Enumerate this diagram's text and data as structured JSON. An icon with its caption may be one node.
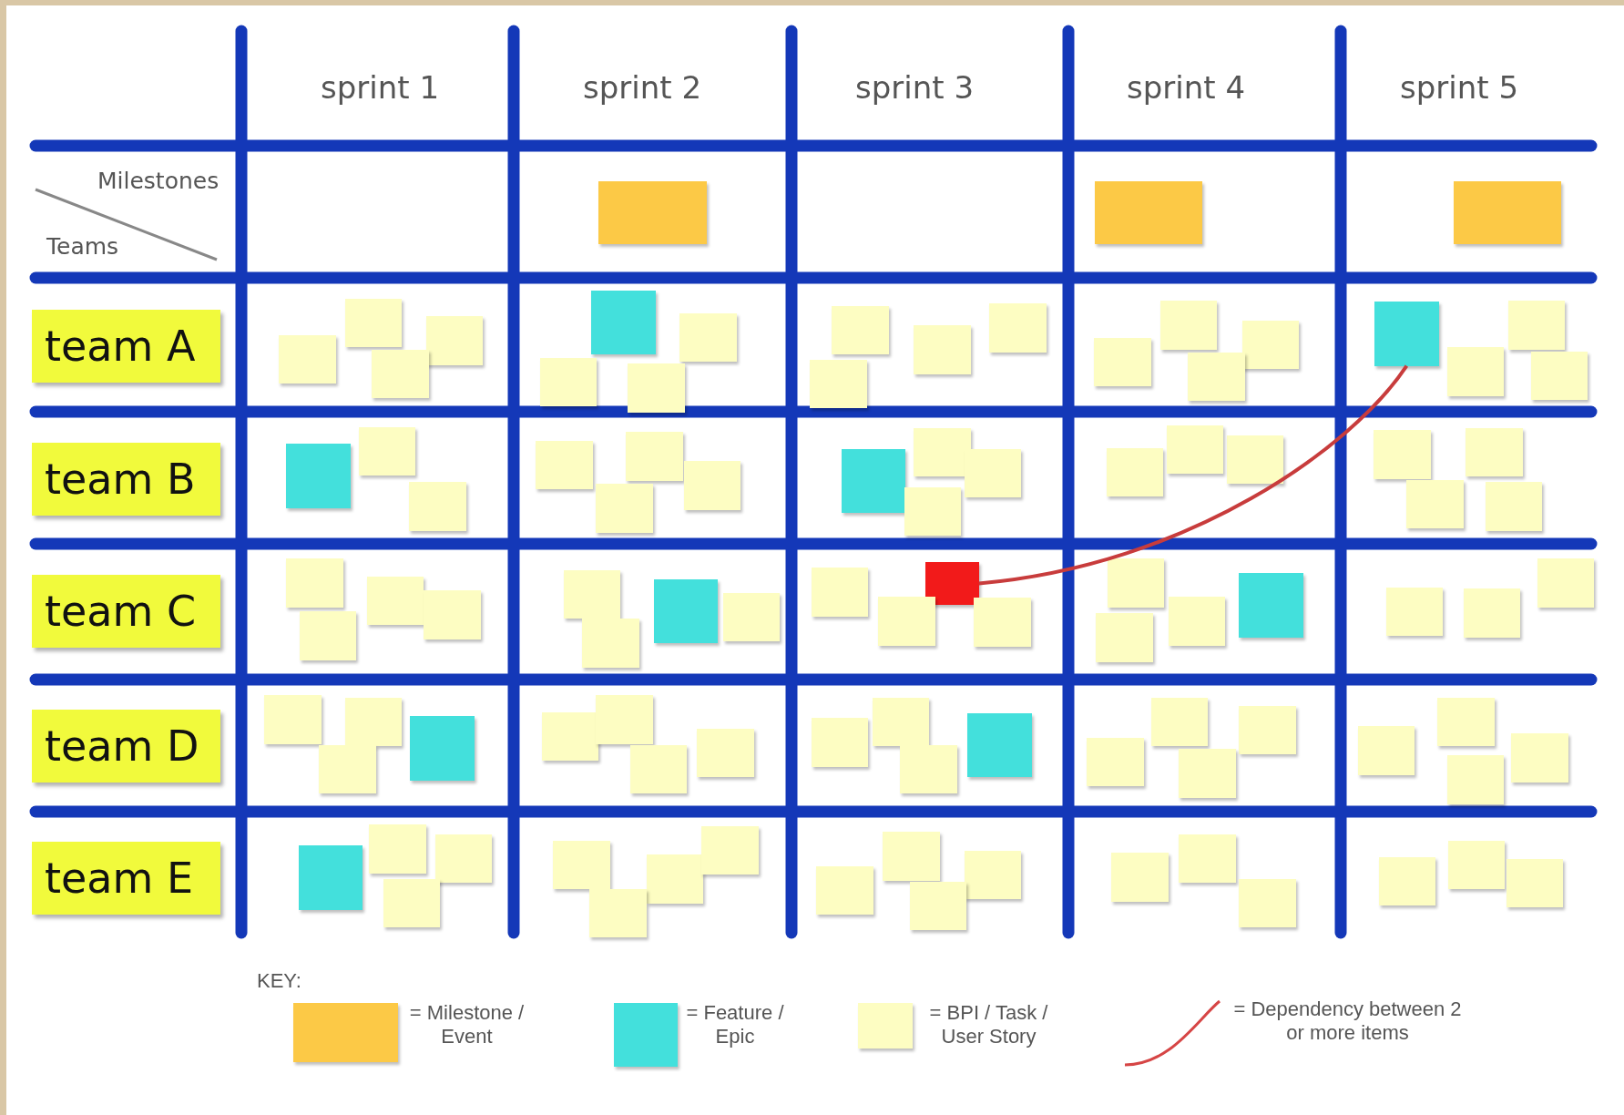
{
  "diagram": {
    "nodes": [
      {
        "text": [],
        "shape": "box"
      },
      {
        "text": [],
        "shape": "box"
      },
      {
        "text": [],
        "shape": "box"
      },
      {
        "text": [
          "team A"
        ]
      },
      {
        "text": [],
        "shape": "box"
      },
      {
        "text": [],
        "shape": "box"
      },
      {
        "text": [],
        "shape": "box"
      },
      {
        "text": [],
        "shape": "box"
      },
      {
        "text": [],
        "shape": "box"
      },
      {
        "text": [],
        "shape": "box"
      },
      {
        "text": [],
        "shape": "box"
      },
      {
        "text": [],
        "shape": "box"
      },
      {
        "text": [],
        "shape": "box"
      },
      {
        "text": [],
        "shape": "box"
      },
      {
        "text": [],
        "shape": "box"
      },
      {
        "text": [],
        "shape": "box"
      },
      {
        "text": [],
        "shape": "box"
      },
      {
        "text": [],
        "shape": "box"
      },
      {
        "text": [],
        "shape": "box"
      },
      {
        "text": [],
        "shape": "box"
      },
      {
        "text": [],
        "shape": "box"
      },
      {
        "text": [],
        "shape": "box"
      },
      {
        "text": [],
        "shape": "box"
      },
      {
        "text": [],
        "shape": "box"
      },
      {
        "text": [
          "team B"
        ]
      },
      {
        "text": [],
        "shape": "box"
      },
      {
        "text": [],
        "shape": "box"
      },
      {
        "text": [],
        "shape": "box"
      },
      {
        "text": [],
        "shape": "box"
      },
      {
        "text": [],
        "shape": "box"
      },
      {
        "text": [],
        "shape": "box"
      },
      {
        "text": [],
        "shape": "box"
      },
      {
        "text": [],
        "shape": "box"
      },
      {
        "text": [],
        "shape": "box"
      },
      {
        "text": [],
        "shape": "box"
      },
      {
        "text": [],
        "shape": "box"
      },
      {
        "text": [],
        "shape": "box"
      },
      {
        "text": [],
        "shape": "box"
      },
      {
        "text": [],
        "shape": "box"
      },
      {
        "text": [],
        "shape": "box"
      },
      {
        "text": [],
        "shape": "box"
      },
      {
        "text": [],
        "shape": "box"
      },
      {
        "text": [],
        "shape": "box"
      },
      {
        "text": [
          "team C"
        ]
      },
      {
        "text": [],
        "shape": "box"
      },
      {
        "text": [],
        "shape": "box"
      },
      {
        "text": [],
        "shape": "box"
      },
      {
        "text": [],
        "shape": "box"
      },
      {
        "text": [],
        "shape": "box"
      },
      {
        "text": [],
        "shape": "box"
      },
      {
        "text": [],
        "shape": "box"
      },
      {
        "text": [],
        "shape": "box"
      },
      {
        "text": [],
        "shape": "box"
      },
      {
        "text": [],
        "shape": "box"
      },
      {
        "text": [],
        "shape": "box"
      },
      {
        "text": [],
        "shape": "box"
      },
      {
        "text": [],
        "shape": "box"
      },
      {
        "text": [],
        "shape": "box"
      },
      {
        "text": [],
        "shape": "box"
      },
      {
        "text": [],
        "shape": "box"
      },
      {
        "text": [],
        "shape": "box"
      },
      {
        "text": [],
        "shape": "box"
      },
      {
        "text": [],
        "shape": "box"
      },
      {
        "text": [
          "team D"
        ]
      },
      {
        "text": [],
        "shape": "box"
      },
      {
        "text": [],
        "shape": "box"
      },
      {
        "text": [],
        "shape": "box"
      },
      {
        "text": [],
        "shape": "box"
      },
      {
        "text": [],
        "shape": "box"
      },
      {
        "text": [],
        "shape": "box"
      },
      {
        "text": [],
        "shape": "box"
      },
      {
        "text": [],
        "shape": "box"
      },
      {
        "text": [],
        "shape": "box"
      },
      {
        "text": [],
        "shape": "box"
      },
      {
        "text": [],
        "shape": "box"
      },
      {
        "text": [],
        "shape": "box"
      },
      {
        "text": [],
        "shape": "box"
      },
      {
        "text": [],
        "shape": "box"
      },
      {
        "text": [],
        "shape": "box"
      },
      {
        "text": [],
        "shape": "box"
      },
      {
        "text": [],
        "shape": "box"
      },
      {
        "text": [],
        "shape": "box"
      },
      {
        "text": [],
        "shape": "box"
      },
      {
        "text": [],
        "shape": "box"
      },
      {
        "text": [
          "team E"
        ]
      },
      {
        "text": [],
        "shape": "box"
      },
      {
        "text": [],
        "shape": "box"
      },
      {
        "text": [],
        "shape": "box"
      },
      {
        "text": [],
        "shape": "box"
      },
      {
        "text": [],
        "shape": "box"
      },
      {
        "text": [],
        "shape": "box"
      },
      {
        "text": [],
        "shape": "box"
      },
      {
        "text": [],
        "shape": "box"
      },
      {
        "text": [],
        "shape": "box"
      },
      {
        "text": [],
        "shape": "box"
      },
      {
        "text": [],
        "shape": "box"
      },
      {
        "text": [],
        "shape": "box"
      },
      {
        "text": [],
        "shape": "box"
      },
      {
        "text": [],
        "shape": "box"
      },
      {
        "text": [],
        "shape": "box"
      },
      {
        "text": [],
        "shape": "box"
      },
      {
        "text": [],
        "shape": "box"
      },
      {
        "text": [],
        "shape": "box"
      }
    ],
    "edges": [
      {
        "from": 53,
        "to": 20,
        "arrow": "none"
      }
    ],
    "labels": [
      "sprint 1",
      "sprint 2",
      "sprint 3",
      "sprint 4",
      "sprint 5",
      "Milestones",
      "Teams",
      "KEY:"
    ],
    "legend": [
      {
        "text": "= Milestone / Event",
        "color": "#fcc946"
      },
      {
        "text": "= Feature / Epic",
        "color": "#43e0dc"
      },
      {
        "text": "= BPI / Task / User Story",
        "color": "#fdfdc2"
      },
      {
        "text": "= Dependency between 2 or more items"
      }
    ]
  }
}
